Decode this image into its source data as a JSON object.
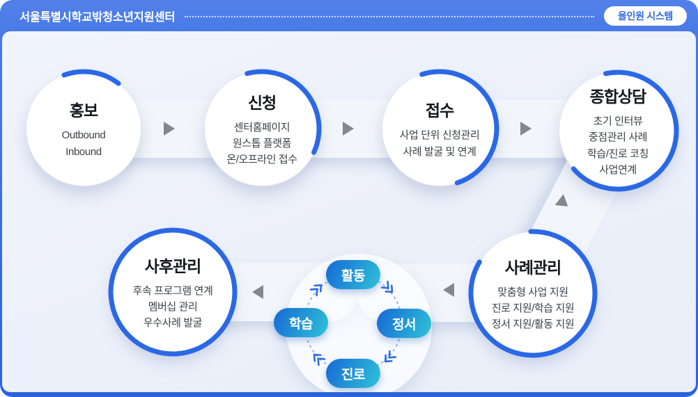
{
  "header": {
    "title": "서울특별시학교밖청소년지원센터",
    "badge": "올인원 시스템"
  },
  "colors": {
    "header_bg": "#5181e8",
    "card_bottom": "#2b63dc",
    "panel_bg": "#eef1fa",
    "arc_blue": "#2a68e6",
    "badge_text": "#3069e0",
    "arrow_gray": "#85878b",
    "pill_a": "#1668d6",
    "pill_b": "#2fc3d7"
  },
  "flow": {
    "nodes": [
      {
        "title": "홍보",
        "lines": [
          "Outbound",
          "Inbound"
        ],
        "ring": {
          "percent": 16,
          "start_deg": -20
        }
      },
      {
        "title": "신청",
        "lines": [
          "센터홈페이지",
          "원스톱 플랫폼",
          "온/오프라인 접수"
        ],
        "ring": {
          "percent": 36,
          "start_deg": -15
        }
      },
      {
        "title": "접수",
        "lines": [
          "사업 단위 신청관리",
          "사례 발굴 및 연계"
        ],
        "ring": {
          "percent": 50,
          "start_deg": -18
        }
      },
      {
        "title": "종합상담",
        "lines": [
          "초기 인터뷰",
          "중점관리 사례",
          "학습/진로 코칭",
          "사업연계"
        ],
        "ring": {
          "percent": 67,
          "start_deg": -12
        }
      },
      {
        "title": "사례관리",
        "lines": [
          "맞춤형 사업 지원",
          "진로 지원/학습 지원",
          "정서 지원/활동 지원"
        ],
        "ring": {
          "percent": 84,
          "start_deg": -2
        }
      },
      {
        "title": "사후관리",
        "lines": [
          "후속 프로그램 연계",
          "멤버십 관리",
          "우수사례 발굴"
        ],
        "ring": {
          "percent": 100,
          "start_deg": 0
        }
      }
    ]
  },
  "cycle": {
    "items": [
      {
        "label": "활동"
      },
      {
        "label": "정서"
      },
      {
        "label": "진로"
      },
      {
        "label": "학습"
      }
    ]
  }
}
